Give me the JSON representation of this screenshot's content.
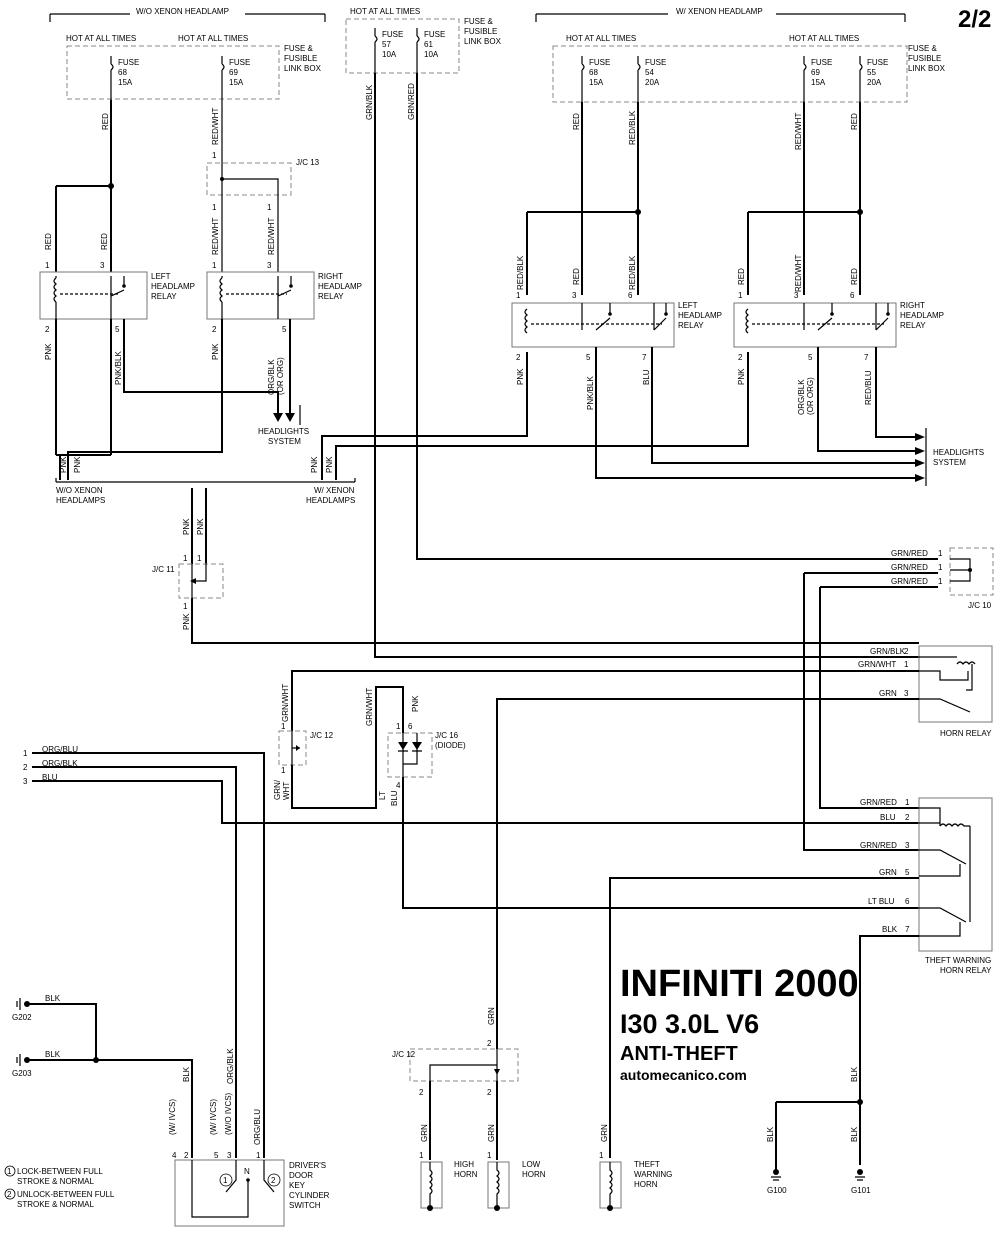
{
  "page_number": "2/2",
  "title": {
    "brand": "INFINITI 2000",
    "model": "I30 3.0L V6",
    "system": "ANTI-THEFT",
    "site": "automecanico.com"
  },
  "sections": {
    "wo_xenon": "W/O XENON HEADLAMP",
    "w_xenon": "W/ XENON HEADLAMP",
    "hot_at_all_times": "HOT AT ALL TIMES",
    "fuse_box": [
      "FUSE &",
      "FUSIBLE",
      "LINK BOX"
    ]
  },
  "fuses": [
    {
      "label": "FUSE",
      "num": "68",
      "amps": "15A"
    },
    {
      "label": "FUSE",
      "num": "69",
      "amps": "15A"
    },
    {
      "label": "FUSE",
      "num": "57",
      "amps": "10A"
    },
    {
      "label": "FUSE",
      "num": "61",
      "amps": "10A"
    },
    {
      "label": "FUSE",
      "num": "68",
      "amps": "15A"
    },
    {
      "label": "FUSE",
      "num": "54",
      "amps": "20A"
    },
    {
      "label": "FUSE",
      "num": "69",
      "amps": "15A"
    },
    {
      "label": "FUSE",
      "num": "55",
      "amps": "20A"
    }
  ],
  "components": {
    "left_headlamp_relay": [
      "LEFT",
      "HEADLAMP",
      "RELAY"
    ],
    "right_headlamp_relay": [
      "RIGHT",
      "HEADLAMP",
      "RELAY"
    ],
    "headlights_system": [
      "HEADLIGHTS",
      "SYSTEM"
    ],
    "wo_xenon_headlamps": [
      "W/O XENON",
      "HEADLAMPS"
    ],
    "w_xenon_headlamps": [
      "W/ XENON",
      "HEADLAMPS"
    ],
    "horn_relay": "HORN RELAY",
    "theft_warning_horn_relay": [
      "THEFT WARNING",
      "HORN RELAY"
    ],
    "high_horn": [
      "HIGH",
      "HORN"
    ],
    "low_horn": [
      "LOW",
      "HORN"
    ],
    "theft_warning_horn": [
      "THEFT",
      "WARNING",
      "HORN"
    ],
    "door_key_cylinder_switch": [
      "DRIVER'S",
      "DOOR",
      "KEY",
      "CYLINDER",
      "SWITCH"
    ],
    "jc13": "J/C 13",
    "jc11": "J/C 11",
    "jc12": "J/C 12",
    "jc16": [
      "J/C 16",
      "(DIODE)"
    ],
    "jc10": "J/C 10",
    "jc12b": "J/C 12"
  },
  "wires": {
    "red": "RED",
    "red_wht": "RED/WHT",
    "red_blk": "RED/BLK",
    "red_blu": "RED/BLU",
    "pnk": "PNK",
    "pnk_blk": "PNK/BLK",
    "org_blk": "ORG/BLK",
    "or_org": "(OR ORG)",
    "blu": "BLU",
    "grn_blk": "GRN/BLK",
    "grn_red": "GRN/RED",
    "grn_wht": "GRN/WHT",
    "grn_wht_a": "GRN/",
    "grn_wht_b": "WHT",
    "grn": "GRN",
    "lt_blu": "LT BLU",
    "lt": "LT",
    "blk": "BLK",
    "org_blu": "ORG/BLU"
  },
  "switch": {
    "wivcs": "(W/ IVCS)",
    "wo_ivcs": "(W/O IVCS)",
    "neutral": "N"
  },
  "legend": [
    {
      "marker": "1",
      "lines": [
        "LOCK-BETWEEN FULL",
        "STROKE & NORMAL"
      ]
    },
    {
      "marker": "2",
      "lines": [
        "UNLOCK-BETWEEN FULL",
        "STROKE & NORMAL"
      ]
    }
  ],
  "grounds": [
    "G202",
    "G203",
    "G100",
    "G101"
  ],
  "pins": [
    "1",
    "2",
    "3",
    "4",
    "5",
    "6",
    "7"
  ]
}
